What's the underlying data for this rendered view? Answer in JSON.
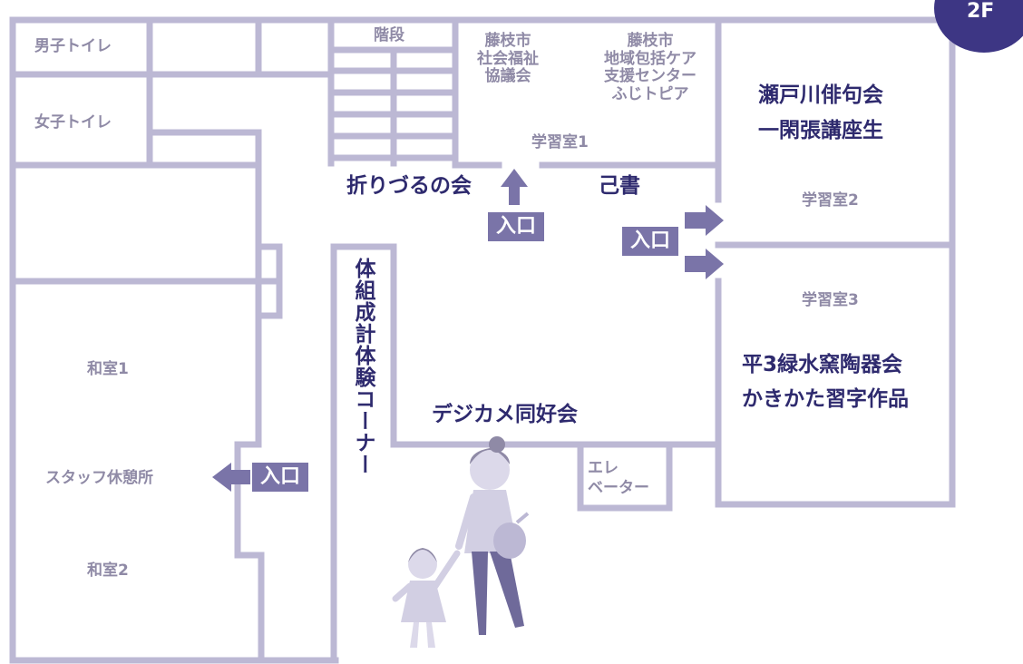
{
  "floor_badge": "2F",
  "rooms": {
    "mens_toilet": "男子トイレ",
    "womens_toilet": "女子トイレ",
    "stairs": "階段",
    "council_line1": "藤枝市",
    "council_line2": "社会福祉",
    "council_line3": "協議会",
    "support_line1": "藤枝市",
    "support_line2": "地域包括ケア",
    "support_line3": "支援センター",
    "support_line4": "ふじトピア",
    "study1": "学習室1",
    "study2": "学習室2",
    "study3": "学習室3",
    "washitsu1": "和室1",
    "washitsu2": "和室2",
    "staff_room": "スタッフ休憩所",
    "elevator_line1": "エレ",
    "elevator_line2": "ベーター"
  },
  "events": {
    "origami": "折りづるの会",
    "calligraphy": "己書",
    "haiku_line1": "瀬戸川俳句会",
    "haiku_line2": "一閑張講座生",
    "body_corner": "体組成計体験コーナー",
    "camera": "デジカメ同好会",
    "pottery_line1": "平3緑水窯陶器会",
    "pottery_line2": "かきかた習字作品"
  },
  "entrance": {
    "label_top": "入口",
    "label_right": "入口",
    "label_staff": "入口"
  },
  "colors": {
    "wall": "#bcb8d4",
    "text_dark": "#2e2a6e",
    "text_light": "#8f8aa6",
    "badge": "#7a74a8",
    "floor_circle": "#3d3684"
  }
}
